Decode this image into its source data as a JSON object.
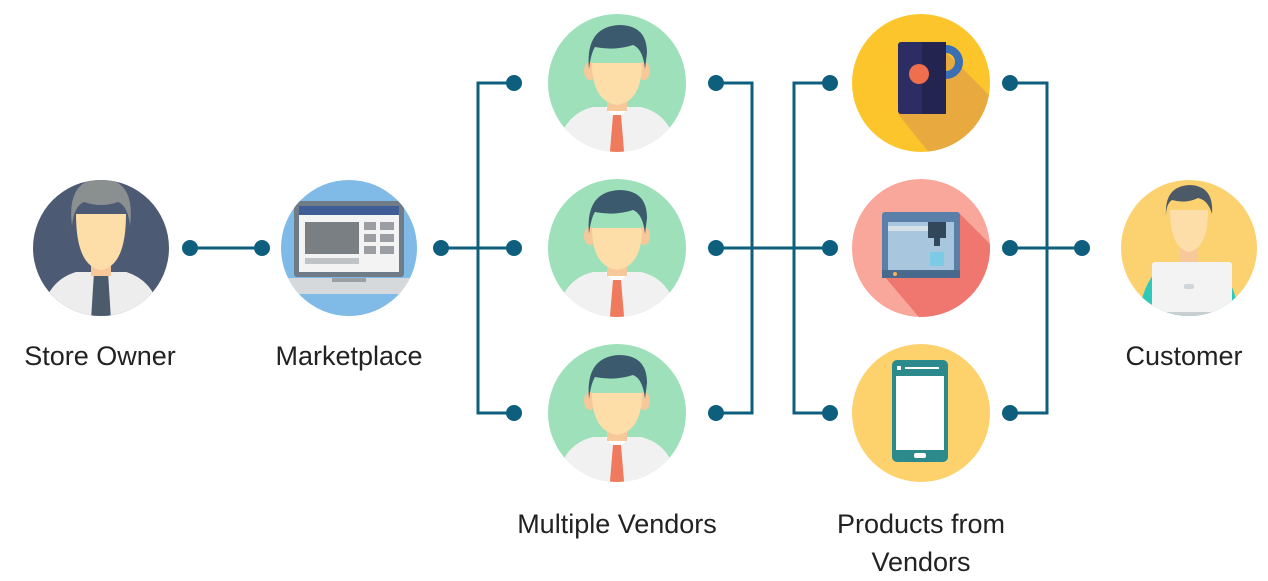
{
  "nodes": {
    "store_owner": {
      "label": "Store Owner"
    },
    "marketplace": {
      "label": "Marketplace"
    },
    "vendors": {
      "label": "Multiple Vendors"
    },
    "products": {
      "label_line1": "Products from",
      "label_line2": "Vendors"
    },
    "customer": {
      "label": "Customer"
    }
  },
  "colors": {
    "connector": "#0e5f7e",
    "owner_bg": "#4d5a73",
    "marketplace_bg": "#7fbbe6",
    "vendor_bg": "#9de0b9",
    "mug_bg": "#fcc52b",
    "printer_bg": "#f9a79b",
    "phone_bg": "#fdd16c",
    "customer_bg": "#fcd271"
  },
  "icons": [
    "store-owner-icon",
    "marketplace-laptop-icon",
    "vendor-person-icon",
    "mug-product-icon",
    "3d-printer-product-icon",
    "smartphone-product-icon",
    "customer-laptop-icon"
  ]
}
